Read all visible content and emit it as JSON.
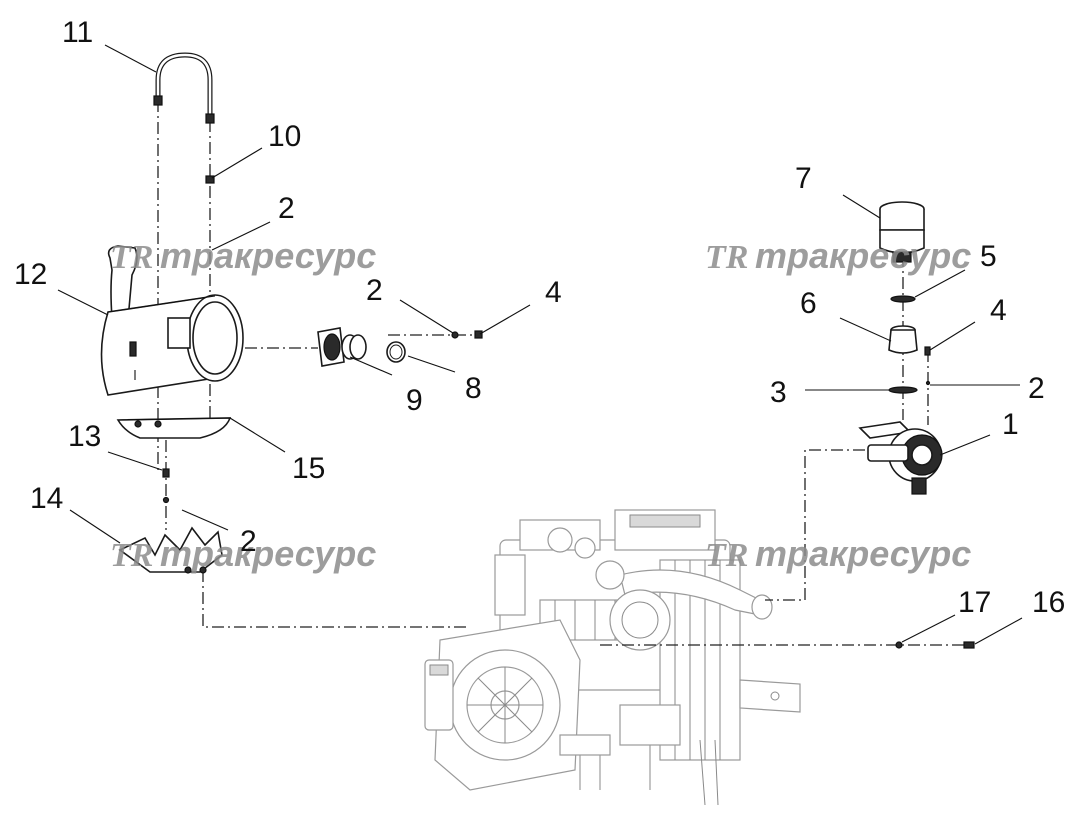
{
  "callouts": {
    "c1": "1",
    "c2a": "2",
    "c2b": "2",
    "c2c": "2",
    "c2d": "2",
    "c3": "3",
    "c4a": "4",
    "c4b": "4",
    "c5": "5",
    "c6": "6",
    "c7": "7",
    "c8": "8",
    "c9": "9",
    "c10": "10",
    "c11": "11",
    "c12": "12",
    "c13": "13",
    "c14": "14",
    "c15": "15",
    "c16": "16",
    "c17": "17"
  },
  "watermark": {
    "logo": "TR",
    "text": "тракресурс",
    "color": "#8c8c8c"
  },
  "colors": {
    "line": "#1a1a1a",
    "engine": "#9a9a9a"
  }
}
